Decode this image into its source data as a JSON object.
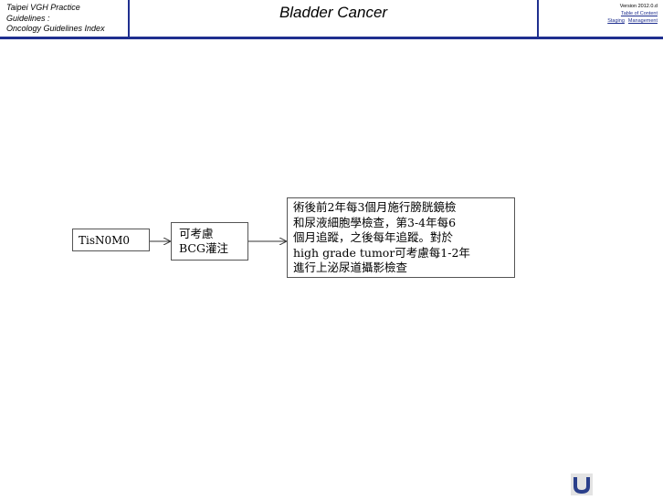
{
  "header": {
    "left_lines": [
      "Taipei VGH Practice",
      "Guidelines :",
      "Oncology Guidelines Index"
    ],
    "title": "Bladder Cancer",
    "version": "Version 2012.0.d",
    "links": {
      "table_of_content": "Table of Content",
      "staging": "Staging",
      "management": "Management"
    },
    "line_color": "#1f2f8f"
  },
  "flow": {
    "stage": "TisN0M0",
    "treatment_lines": [
      "可考慮",
      "BCG灌注"
    ],
    "followup_lines": [
      "術後前2年每3個月施行膀胱鏡檢",
      "和尿液細胞學檢查，第3-4年每6",
      "個月追蹤，之後每年追蹤。對於",
      "high grade tumor可考慮每1-2年",
      "進行上泌尿道攝影檢查"
    ]
  },
  "nav": {
    "icon": "return-arrow-icon"
  }
}
